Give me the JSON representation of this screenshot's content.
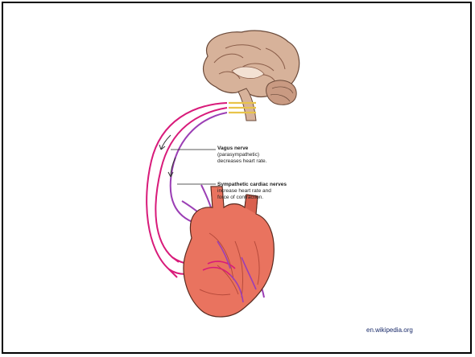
{
  "labels": {
    "vagus": {
      "title": "Vagus nerve",
      "line1": "(parasympathetic)",
      "line2": "decreases heart rate."
    },
    "sympathetic": {
      "title": "Sympathetic cardiac nerves",
      "line1": "increase heart rate and",
      "line2": "force of contraction."
    }
  },
  "source": "en.wikipedia.org",
  "colors": {
    "vagus_nerve": "#d81b7a",
    "sympathetic_nerve": "#9b3fb5",
    "heart": "#e9735f",
    "heart_outline": "#5a2a1f",
    "brain": "#d7b29a",
    "spinal_connectors": "#e8c44a"
  }
}
